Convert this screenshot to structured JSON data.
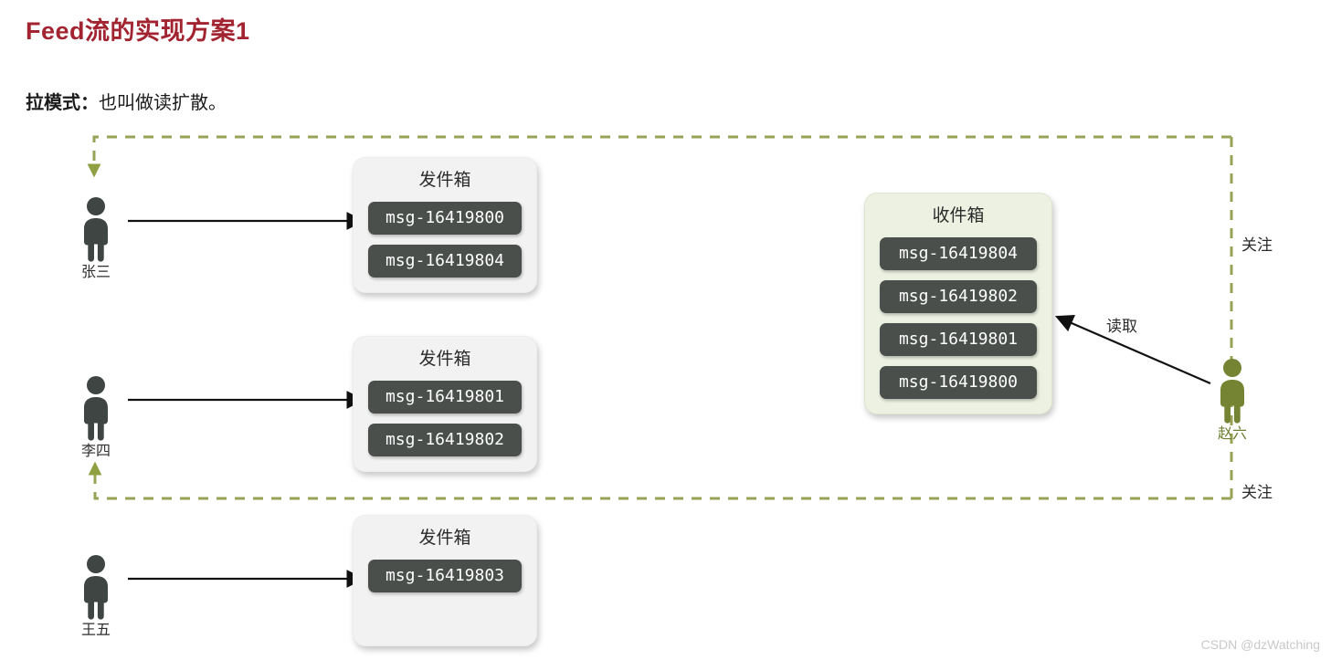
{
  "page": {
    "title": "Feed流的实现方案1",
    "subtitle_lead": "拉模式：",
    "subtitle_rest": "也叫做读扩散。",
    "watermark": "CSDN @dzWatching",
    "colors": {
      "title_red": "#a32431",
      "dashed_green": "#97a255",
      "person_dark": "#3f4543",
      "person_green": "#748433",
      "chip_dark": "#4a4f4c",
      "outbox_bg": "#f2f2f2",
      "inbox_bg": "#edf1e2",
      "arrow_black": "#111111"
    }
  },
  "users": [
    {
      "name": "张三",
      "icon": "person-icon",
      "color": "dark"
    },
    {
      "name": "李四",
      "icon": "person-icon",
      "color": "dark"
    },
    {
      "name": "王五",
      "icon": "person-icon",
      "color": "dark"
    },
    {
      "name": "赵六",
      "icon": "person-icon",
      "color": "green"
    }
  ],
  "outboxes": [
    {
      "title": "发件箱",
      "owner": "张三",
      "messages": [
        "msg-16419800",
        "msg-16419804"
      ]
    },
    {
      "title": "发件箱",
      "owner": "李四",
      "messages": [
        "msg-16419801",
        "msg-16419802"
      ]
    },
    {
      "title": "发件箱",
      "owner": "王五",
      "messages": [
        "msg-16419803"
      ]
    }
  ],
  "inbox": {
    "title": "收件箱",
    "owner": "赵六",
    "messages": [
      "msg-16419804",
      "msg-16419802",
      "msg-16419801",
      "msg-16419800"
    ]
  },
  "edges": {
    "follow_top_label": "关注",
    "follow_bottom_label": "关注",
    "read_label": "读取"
  }
}
